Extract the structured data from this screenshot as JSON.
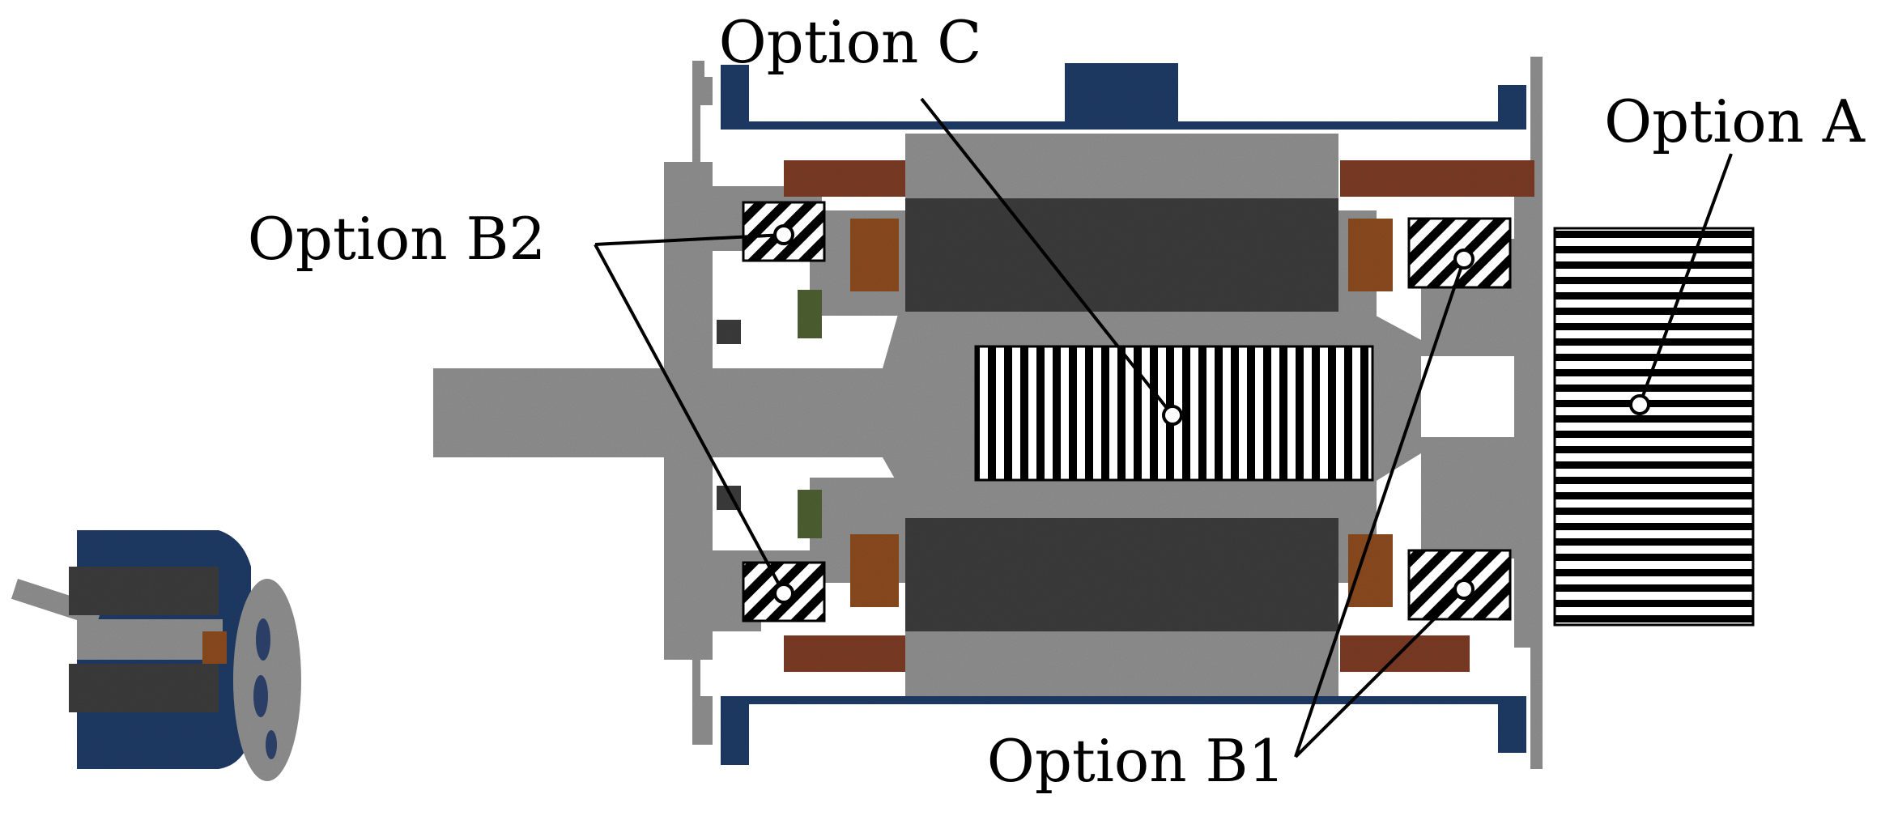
{
  "labels": {
    "option_a": "Option A",
    "option_b1": "Option B1",
    "option_b2": "Option B2",
    "option_c": "Option C"
  },
  "colors": {
    "background": "#ffffff",
    "housing_blue": "#1f3a64",
    "metal_gray": "#8e8e8e",
    "core_dark": "#3b3b3b",
    "winding_brown": "#7a3a22",
    "winding_copper": "#8a4a1c",
    "bearing_green": "#4d5e32",
    "label_text": "#000000",
    "leader_line": "#000000"
  }
}
